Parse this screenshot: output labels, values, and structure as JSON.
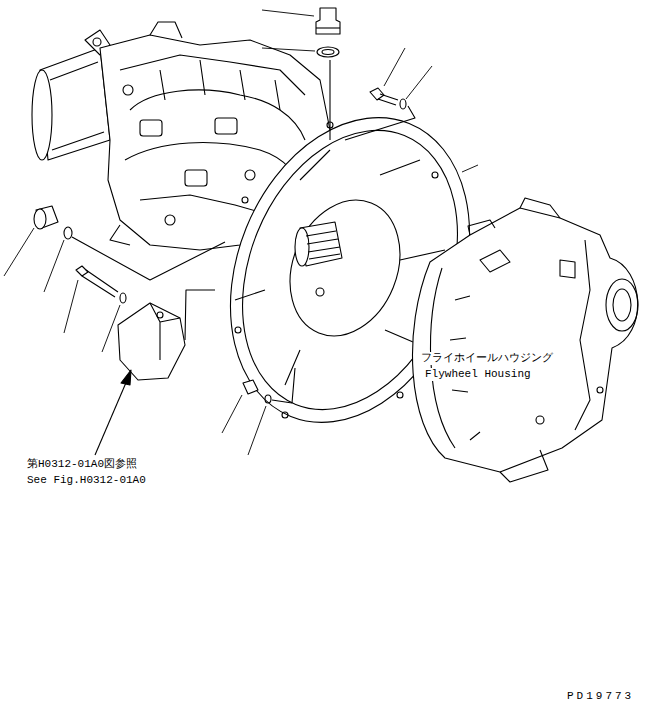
{
  "diagram": {
    "labels": [
      "フライホイールハウジング",
      "Flywheel Housing",
      "第H0312-01A0図参照",
      "See Fig.H0312-01A0",
      "PD19773"
    ]
  }
}
